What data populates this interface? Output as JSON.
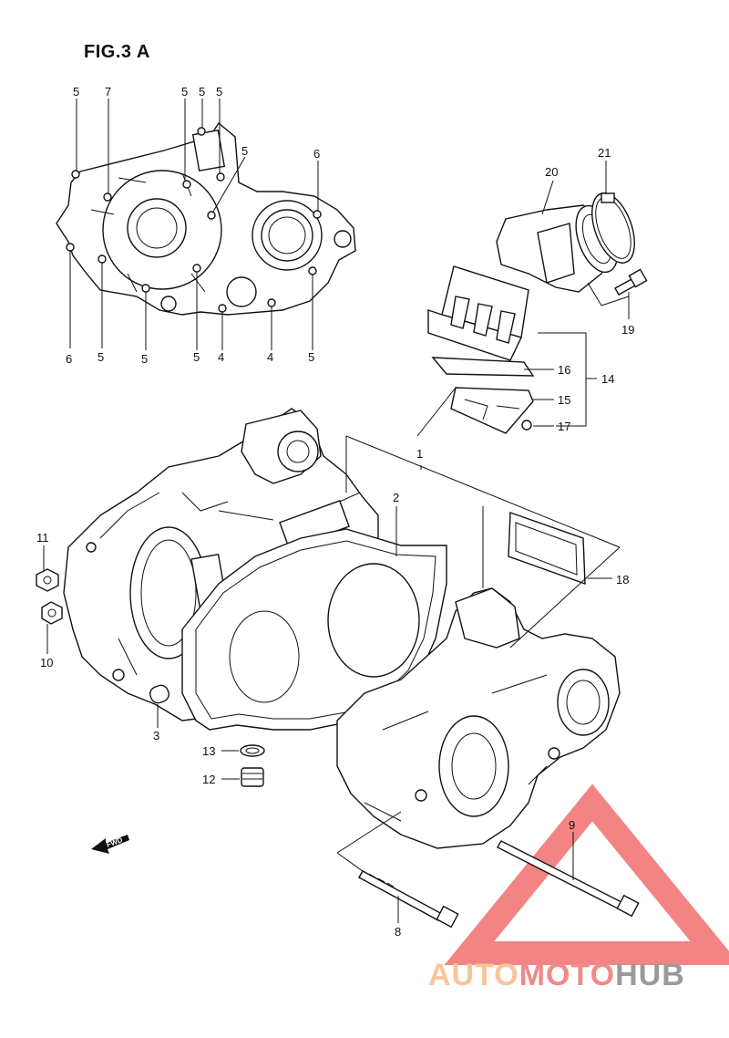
{
  "figure": {
    "title": "FIG.3 A"
  },
  "callouts": [
    {
      "id": "c5a",
      "text": "5"
    },
    {
      "id": "c7",
      "text": "7"
    },
    {
      "id": "c5b",
      "text": "5"
    },
    {
      "id": "c5c",
      "text": "5"
    },
    {
      "id": "c5d",
      "text": "5"
    },
    {
      "id": "c5e",
      "text": "5"
    },
    {
      "id": "c6a",
      "text": "6"
    },
    {
      "id": "c6b",
      "text": "6"
    },
    {
      "id": "c5f",
      "text": "5"
    },
    {
      "id": "c5g",
      "text": "5"
    },
    {
      "id": "c5h",
      "text": "5"
    },
    {
      "id": "c4a",
      "text": "4"
    },
    {
      "id": "c4b",
      "text": "4"
    },
    {
      "id": "c5i",
      "text": "5"
    },
    {
      "id": "c21",
      "text": "21"
    },
    {
      "id": "c20",
      "text": "20"
    },
    {
      "id": "c19",
      "text": "19"
    },
    {
      "id": "c16",
      "text": "16"
    },
    {
      "id": "c14",
      "text": "14"
    },
    {
      "id": "c15",
      "text": "15"
    },
    {
      "id": "c17",
      "text": "17"
    },
    {
      "id": "c1",
      "text": "1"
    },
    {
      "id": "c2",
      "text": "2"
    },
    {
      "id": "c18",
      "text": "18"
    },
    {
      "id": "c11",
      "text": "11"
    },
    {
      "id": "c10",
      "text": "10"
    },
    {
      "id": "c3",
      "text": "3"
    },
    {
      "id": "c13",
      "text": "13"
    },
    {
      "id": "c12",
      "text": "12"
    },
    {
      "id": "c9",
      "text": "9"
    },
    {
      "id": "c8",
      "text": "8"
    }
  ],
  "fwd_marker": {
    "text": "FWD"
  },
  "watermark": {
    "part1": "AUTO",
    "part2": "MOTO",
    "part3": "HUB",
    "color_triangle": "#f05a5a"
  }
}
